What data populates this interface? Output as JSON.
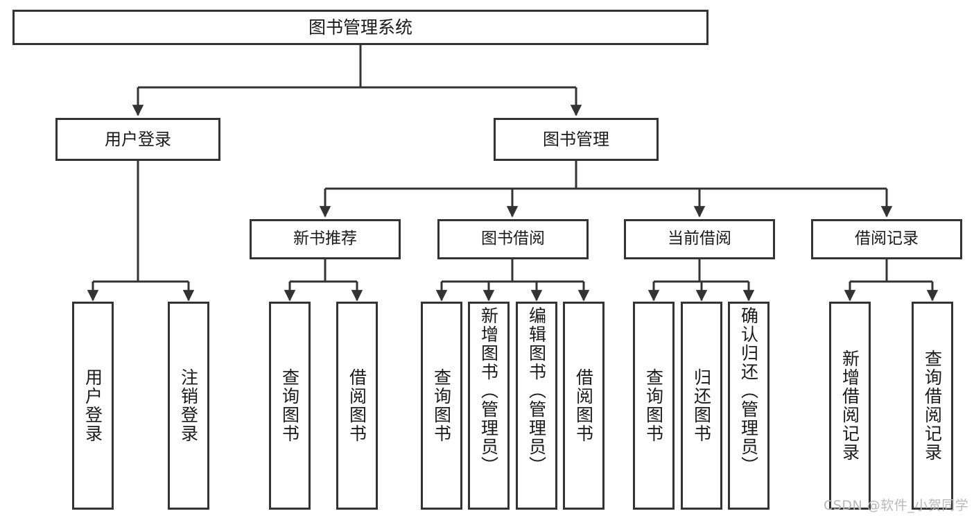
{
  "diagram": {
    "title": "图书管理系统",
    "type": "tree-hierarchy",
    "watermark": "CSDN @软件_小贺同学",
    "colors": {
      "stroke": "#333333",
      "fill": "#ffffff",
      "text": "#1a1a1a",
      "watermark": "#b9b9b9"
    },
    "root": {
      "label": "图书管理系统"
    },
    "level2": [
      {
        "label": "用户登录"
      },
      {
        "label": "图书管理"
      }
    ],
    "level3": [
      {
        "label": "新书推荐"
      },
      {
        "label": "图书借阅"
      },
      {
        "label": "当前借阅"
      },
      {
        "label": "借阅记录"
      }
    ],
    "leaves": {
      "user_login": [
        {
          "label": "用户登录"
        },
        {
          "label": "注销登录"
        }
      ],
      "new_book_recommend": [
        {
          "label": "查询图书"
        },
        {
          "label": "借阅图书"
        }
      ],
      "book_borrow": [
        {
          "label": "查询图书"
        },
        {
          "label": "新增图书（管理员）"
        },
        {
          "label": "编辑图书（管理员）"
        },
        {
          "label": "借阅图书"
        }
      ],
      "current_borrow": [
        {
          "label": "查询图书"
        },
        {
          "label": "归还图书"
        },
        {
          "label": "确认归还（管理员）"
        }
      ],
      "borrow_record": [
        {
          "label": "新增借阅记录"
        },
        {
          "label": "查询借阅记录"
        }
      ]
    }
  }
}
